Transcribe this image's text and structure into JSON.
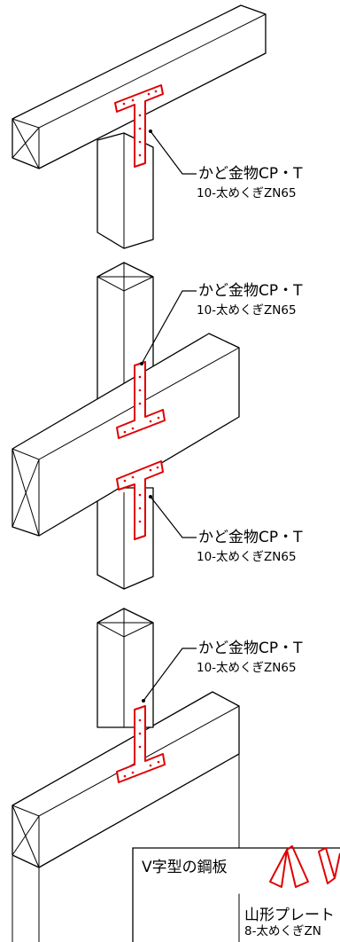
{
  "callouts": [
    {
      "line1": "かど金物CP・T",
      "line2": "10-太めくぎZN65"
    },
    {
      "line1": "かど金物CP・T",
      "line2": "10-太めくぎZN65"
    },
    {
      "line1": "かど金物CP・T",
      "line2": "10-太めくぎZN65"
    },
    {
      "line1": "かど金物CP・T",
      "line2": "10-太めくぎZN65"
    }
  ],
  "legend": {
    "title": "V字型の鋼板",
    "line1": "山形プレート",
    "line2": "8-太めくぎZN"
  },
  "colors": {
    "hardware": "#e00000",
    "lines": "#000000",
    "background": "#ffffff"
  }
}
